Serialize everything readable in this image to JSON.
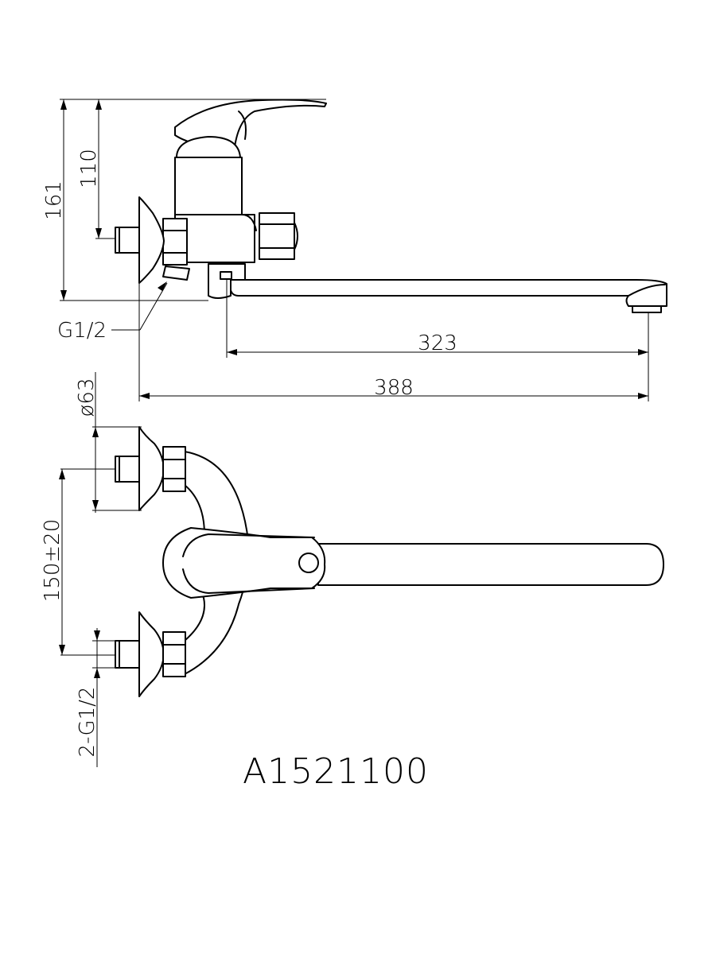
{
  "drawing": {
    "model_code": "A1521100",
    "side_view": {
      "height_total": "161",
      "height_handle": "110",
      "inlet_thread": "G1/2",
      "spout_reach": "323",
      "total_length": "388"
    },
    "top_view": {
      "flange_diameter": "ø63",
      "center_distance": "150±20",
      "inlet_threads": "2-G1/2"
    }
  }
}
